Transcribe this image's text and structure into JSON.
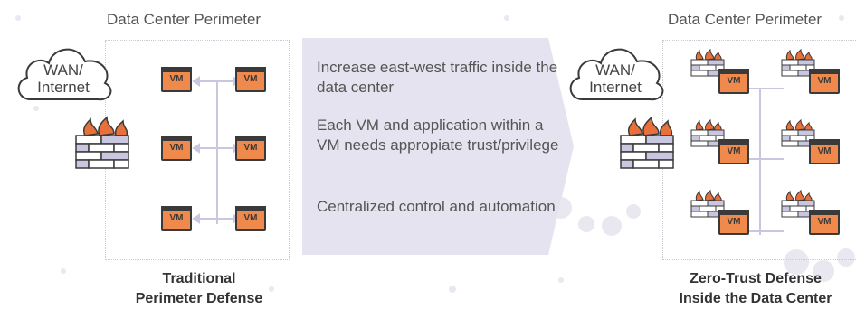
{
  "left": {
    "caption": "Data Center Perimeter",
    "cloud_line1": "WAN/",
    "cloud_line2": "Internet",
    "vm_label": "VM",
    "title_line1": "Traditional",
    "title_line2": "Perimeter Defense"
  },
  "middle": {
    "bullets": [
      "Increase east-west traffic inside the data center",
      "Each VM and application within a VM needs appropiate trust/privilege",
      "Centralized control and automation"
    ]
  },
  "right": {
    "caption": "Data Center Perimeter",
    "cloud_line1": "WAN/",
    "cloud_line2": "Internet",
    "vm_label": "VM",
    "title_line1": "Zero-Trust Defense",
    "title_line2": "Inside the Data Center"
  },
  "colors": {
    "vm_orange": "#f0894c",
    "outline": "#3a3a3a",
    "panel": "#e4e3ef",
    "connector": "#c9c7e0",
    "flame": "#e8703a"
  }
}
